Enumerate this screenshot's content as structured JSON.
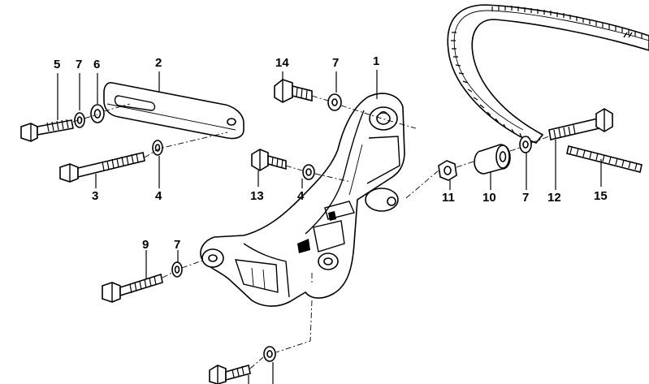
{
  "diagram": {
    "callouts": [
      {
        "id": "c5",
        "text": "5"
      },
      {
        "id": "c7a",
        "text": "7"
      },
      {
        "id": "c6",
        "text": "6"
      },
      {
        "id": "c2",
        "text": "2"
      },
      {
        "id": "c14",
        "text": "14"
      },
      {
        "id": "c7b",
        "text": "7"
      },
      {
        "id": "c1",
        "text": "1"
      },
      {
        "id": "c3",
        "text": "3"
      },
      {
        "id": "c4a",
        "text": "4"
      },
      {
        "id": "c13",
        "text": "13"
      },
      {
        "id": "c4b",
        "text": "4"
      },
      {
        "id": "c11",
        "text": "11"
      },
      {
        "id": "c10",
        "text": "10"
      },
      {
        "id": "c7c",
        "text": "7"
      },
      {
        "id": "c12",
        "text": "12"
      },
      {
        "id": "c15",
        "text": "15"
      },
      {
        "id": "c9",
        "text": "9"
      },
      {
        "id": "c7d",
        "text": "7"
      }
    ]
  }
}
